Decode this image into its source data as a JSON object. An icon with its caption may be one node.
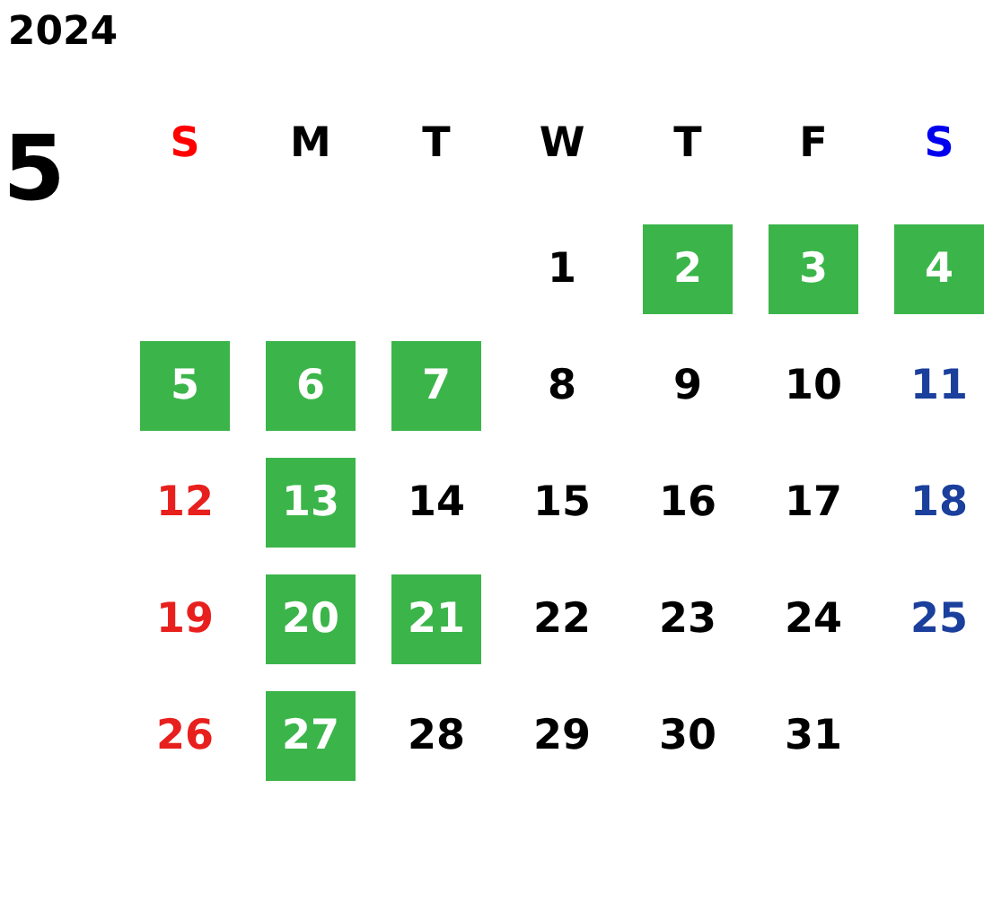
{
  "diagram": {
    "nodes": [
      {
        "text": [
          "2"
        ]
      },
      {
        "text": [
          "3"
        ]
      },
      {
        "text": [
          "4"
        ]
      },
      {
        "text": [
          "5"
        ]
      },
      {
        "text": [
          "6"
        ]
      },
      {
        "text": [
          "7"
        ]
      },
      {
        "text": [
          "13"
        ]
      },
      {
        "text": [
          "20"
        ]
      },
      {
        "text": [
          "21"
        ]
      },
      {
        "text": [
          "27"
        ]
      }
    ],
    "labels": [
      "2024",
      "5",
      "S",
      "M",
      "T",
      "W",
      "T",
      "F",
      "S",
      "1",
      "8",
      "9",
      "10",
      "11",
      "12",
      "14",
      "15",
      "16",
      "17",
      "18",
      "19",
      "22",
      "23",
      "24",
      "25",
      "26",
      "28",
      "29",
      "30",
      "31"
    ]
  }
}
